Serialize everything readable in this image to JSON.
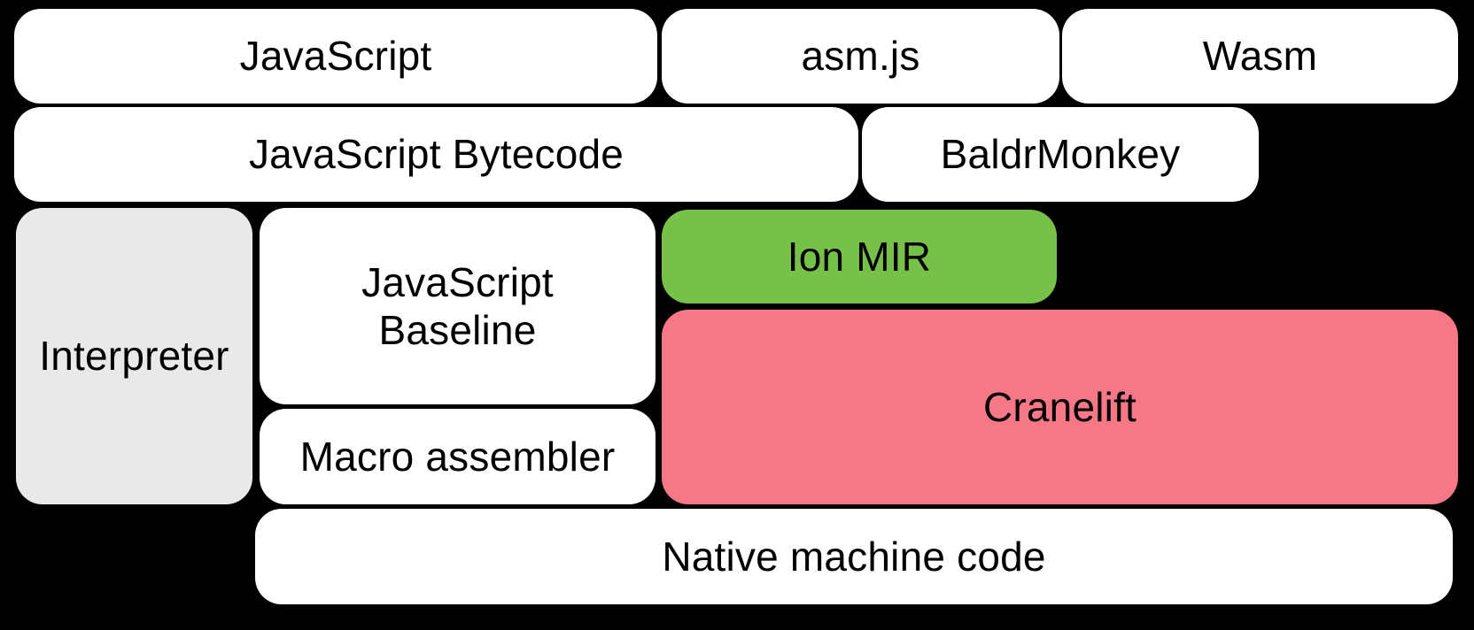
{
  "diagram": {
    "background_color": "#000000",
    "text_color": "#000000",
    "boxes": {
      "javascript": {
        "label": "JavaScript",
        "fill": "#FFFFFF"
      },
      "asmjs": {
        "label": "asm.js",
        "fill": "#FFFFFF"
      },
      "wasm": {
        "label": "Wasm",
        "fill": "#FFFFFF"
      },
      "bytecode": {
        "label": "JavaScript Bytecode",
        "fill": "#FFFFFF"
      },
      "baldrmonkey": {
        "label": "BaldrMonkey",
        "fill": "#FFFFFF"
      },
      "interpreter": {
        "label": "Interpreter",
        "fill": "#E9E9E9"
      },
      "baseline": {
        "label": "JavaScript\nBaseline",
        "fill": "#FFFFFF"
      },
      "ionmir": {
        "label": "Ion MIR",
        "fill": "#77C14A"
      },
      "cranelift": {
        "label": "Cranelift",
        "fill": "#F67887"
      },
      "macroassembler": {
        "label": "Macro assembler",
        "fill": "#FFFFFF"
      },
      "nativecode": {
        "label": "Native machine code",
        "fill": "#FFFFFF"
      }
    }
  }
}
